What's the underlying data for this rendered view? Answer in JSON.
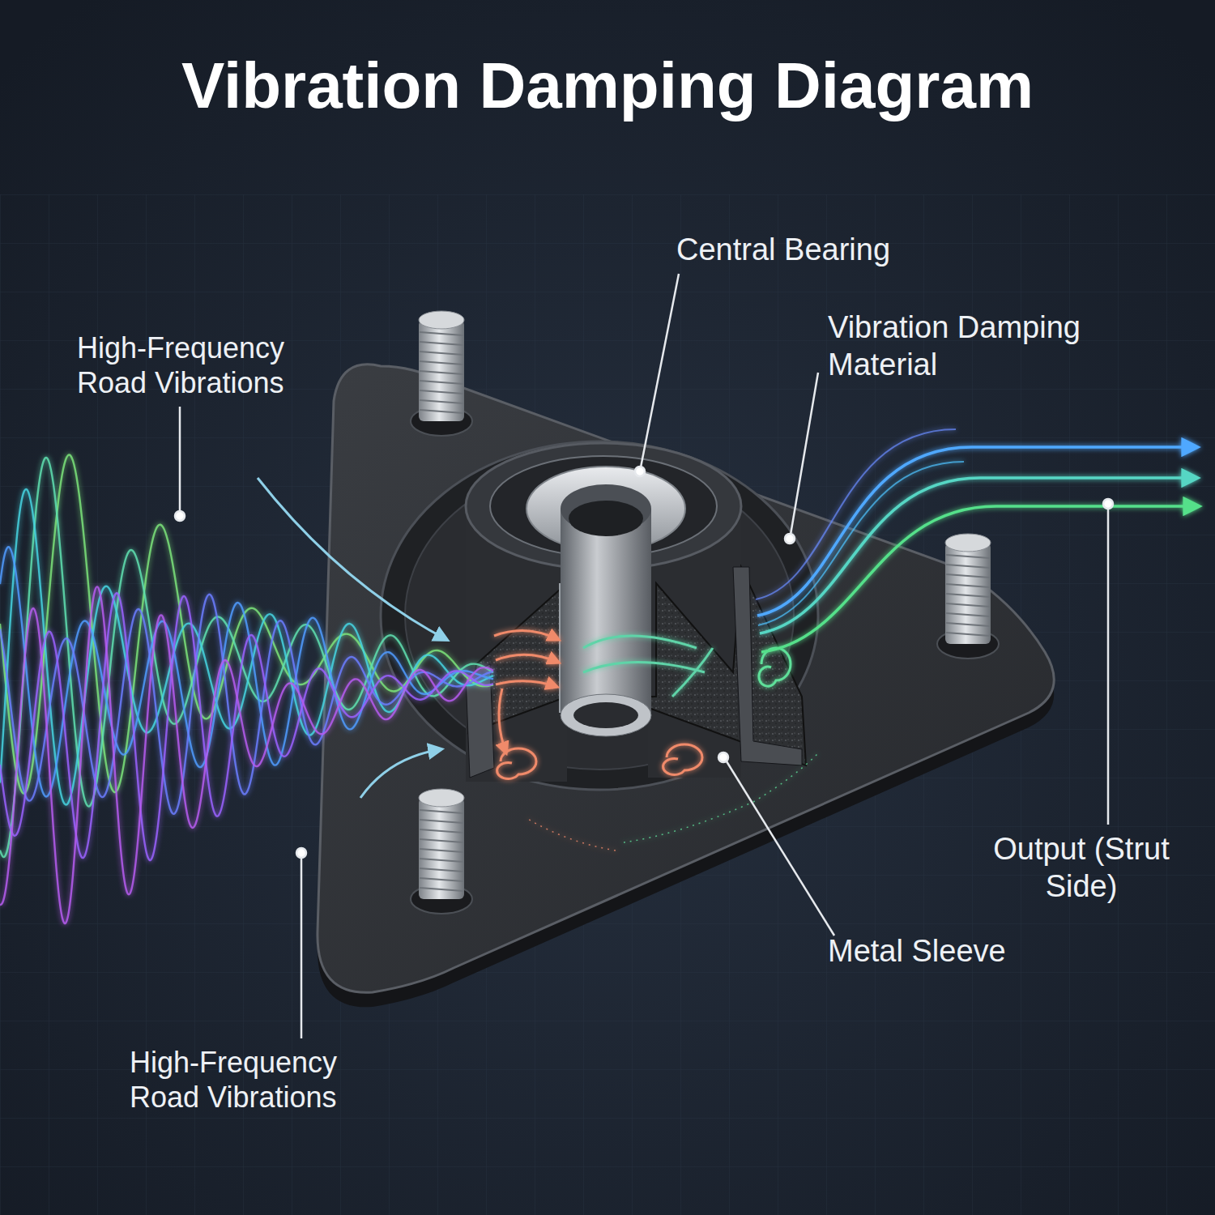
{
  "diagram": {
    "title": "Vibration Damping Diagram",
    "labels": [
      "High-Frequency Road Vibrations",
      "Central Bearing",
      "Vibration Damping Material",
      "Output (Strut Side)",
      "Metal Sleeve",
      "High-Frequency Road Vibrations"
    ]
  }
}
